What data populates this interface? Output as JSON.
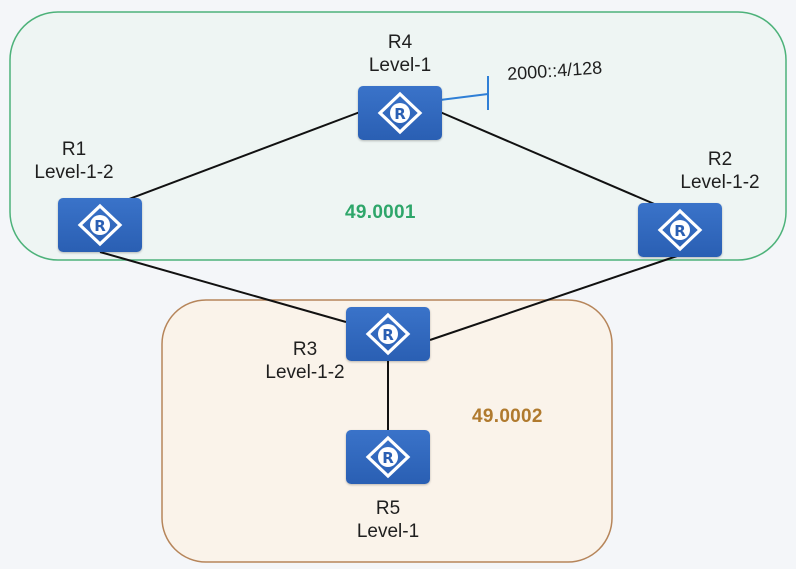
{
  "areas": [
    {
      "id": "area1",
      "label": "49.0001",
      "color": "#2ea66a",
      "border": "#4db27a"
    },
    {
      "id": "area2",
      "label": "49.0002",
      "color": "#b07a2e",
      "border": "#b6855a"
    }
  ],
  "routers": [
    {
      "id": "r1",
      "name": "R1",
      "level": "Level-1-2",
      "icon": "router-icon"
    },
    {
      "id": "r2",
      "name": "R2",
      "level": "Level-1-2",
      "icon": "router-icon"
    },
    {
      "id": "r3",
      "name": "R3",
      "level": "Level-1-2",
      "icon": "router-icon"
    },
    {
      "id": "r4",
      "name": "R4",
      "level": "Level-1",
      "icon": "router-icon"
    },
    {
      "id": "r5",
      "name": "R5",
      "level": "Level-1",
      "icon": "router-icon"
    }
  ],
  "links": [
    [
      "r4",
      "r1"
    ],
    [
      "r4",
      "r2"
    ],
    [
      "r1",
      "r3"
    ],
    [
      "r2",
      "r3"
    ],
    [
      "r3",
      "r5"
    ]
  ],
  "prefix": {
    "router": "r4",
    "text": "2000::4/128"
  },
  "router_glyph": "R"
}
